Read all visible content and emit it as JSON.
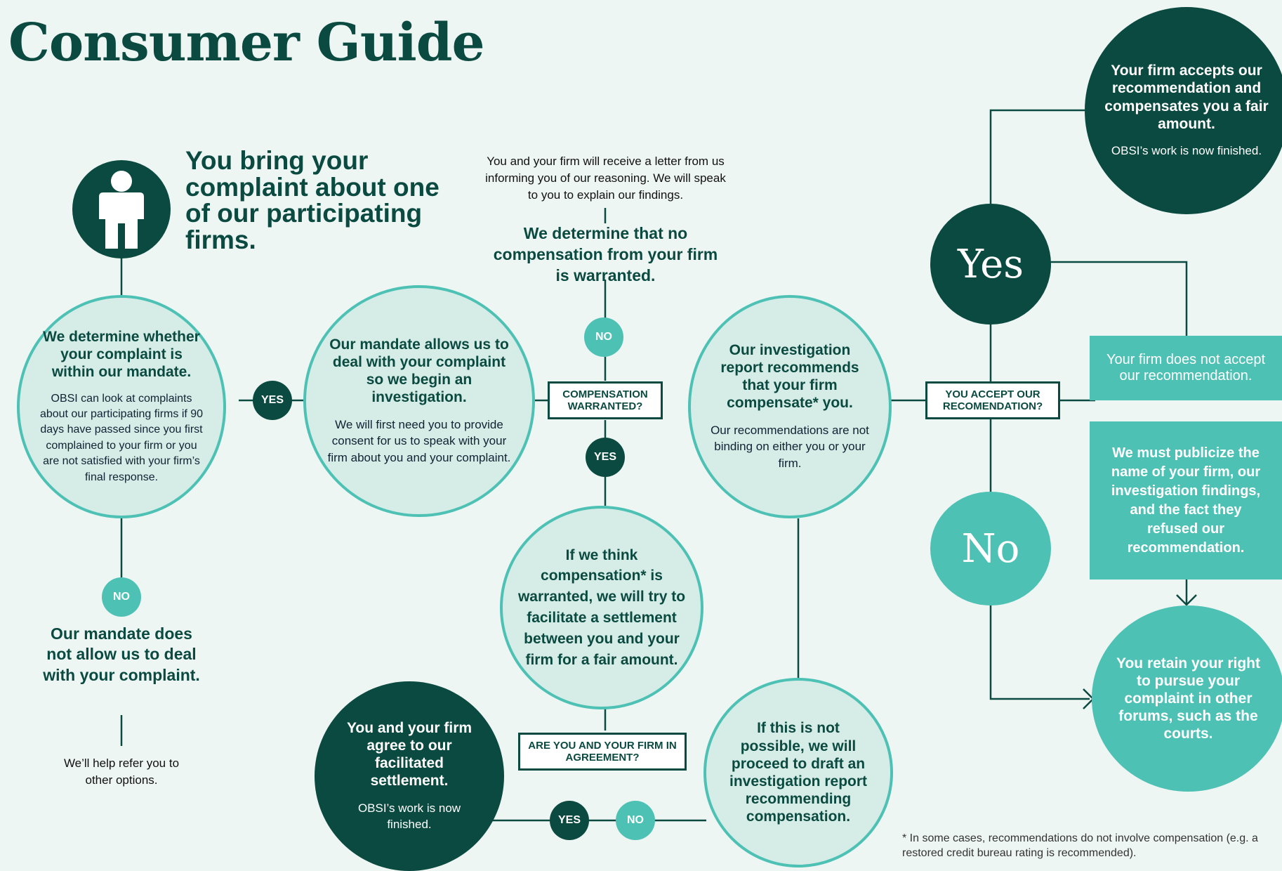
{
  "title": "Consumer Guide",
  "intro": {
    "heading": "You bring your complaint about one of our participating firms.",
    "icon": "person-icon"
  },
  "mandate_check": {
    "title": "We determine whether your complaint is within our mandate.",
    "body": "OBSI can look at complaints about our participating firms if 90 days have passed since you first complained to your firm or you are not satisfied with your firm’s final response."
  },
  "mandate_no": {
    "heading": "Our mandate does not allow us to deal with your complaint.",
    "body": "We’ll help refer you to other options."
  },
  "investigation_start": {
    "title": "Our mandate allows us to deal with your complaint so we begin an investigation.",
    "body": "We will first need you to provide consent for us to speak with your firm about you and your complaint."
  },
  "no_compensation": {
    "note": "You and your firm will receive a letter from us informing you of our reasoning. We will speak to you to explain our findings.",
    "heading": "We determine that no compensation from your firm is warranted."
  },
  "questions": {
    "compensation_warranted": "COMPENSATION WARRANTED?",
    "in_agreement": "ARE YOU AND YOUR FIRM IN AGREEMENT?",
    "accept_recommendation": "YOU ACCEPT OUR RECOMENDATION?"
  },
  "facilitate": {
    "title": "If we think compensation* is warranted, we will try to facilitate a settlement between you and your firm for a fair amount."
  },
  "agree": {
    "title": "You and your firm agree to our facilitated settlement.",
    "body": "OBSI’s work is now finished."
  },
  "draft_report": {
    "title": "If this is not possible, we will proceed to draft an investigation report recommending compensation."
  },
  "report": {
    "title": "Our investigation report recommends that your firm compensate* you.",
    "body": "Our recommendations are not binding on either you or your firm."
  },
  "answers": {
    "yes": "YES",
    "no": "NO",
    "big_yes": "Yes",
    "big_no": "No"
  },
  "accepts": {
    "title": "Your firm accepts our recommendation and compensates you a fair amount.",
    "body": "OBSI’s work is now finished."
  },
  "not_accept": {
    "text": "Your firm does not accept our recommendation."
  },
  "publicize": {
    "text": "We must publicize the name of your firm, our investigation findings, and the fact they refused our recommendation."
  },
  "retain": {
    "text": "You retain your right to pursue your complaint in other forums, such as the courts."
  },
  "footnote": "* In some cases, recommendations do not involve compensation (e.g. a restored credit bureau rating is recommended).",
  "colors": {
    "dark": "#0b4a40",
    "teal": "#4ec1b5",
    "light": "#d5ece7",
    "background": "#eef6f4"
  }
}
